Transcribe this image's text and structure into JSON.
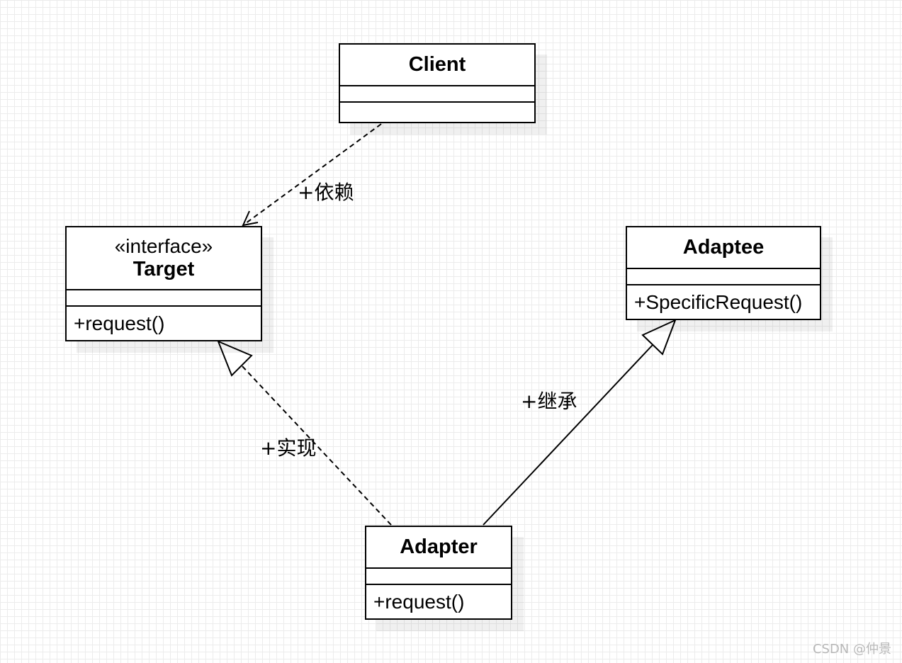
{
  "classes": {
    "client": {
      "name": "Client",
      "methods": ""
    },
    "target": {
      "stereotype": "«interface»",
      "name": "Target",
      "methods": "+request()"
    },
    "adaptee": {
      "name": "Adaptee",
      "methods": "+SpecificRequest()"
    },
    "adapter": {
      "name": "Adapter",
      "methods": "+request()"
    }
  },
  "relations": {
    "dependency": {
      "label": "+依赖"
    },
    "realization": {
      "label": "+实现"
    },
    "inheritance": {
      "label": "+继承"
    }
  },
  "watermark": "CSDN @仲景"
}
